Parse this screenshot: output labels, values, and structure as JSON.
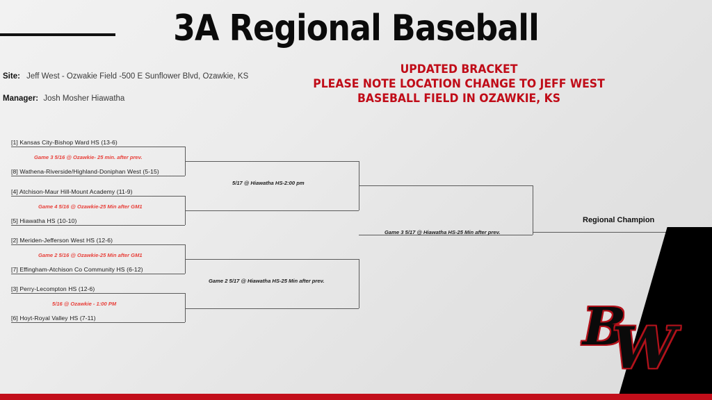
{
  "header": {
    "title": "3A Regional Baseball",
    "notice_lines": [
      "UPDATED BRACKET",
      "PLEASE NOTE LOCATION CHANGE TO JEFF WEST",
      "BASEBALL FIELD IN OZAWKIE, KS"
    ],
    "site_label": "Site:",
    "site_value": "Jeff West - Ozwakie Field -500 E Sunflower Blvd, Ozawkie, KS",
    "manager_label": "Manager:",
    "manager_value": "Josh Mosher  Hiawatha"
  },
  "bracket": {
    "round1": [
      {
        "top": "[1] Kansas City-Bishop Ward HS   (13-6)",
        "bottom": "[8] Wathena-Riverside/Highland-Doniphan West  (5-15)",
        "game": "Game 3 5/16 @ Ozawkie- 25 min. after prev."
      },
      {
        "top": "[4] Atchison-Maur Hill-Mount Academy   (11-9)",
        "bottom": "[5] Hiawatha HS  (10-10)",
        "game": "Game 4 5/16 @ Ozawkie-25 Min after GM1"
      },
      {
        "top": "[2] Meriden-Jefferson West HS   (12-6)",
        "bottom": "[7] Effingham-Atchison Co Community HS  (6-12)",
        "game": "Game 2 5/16 @ Ozawkie-25 Min after GM1"
      },
      {
        "top": "[3] Perry-Lecompton HS   (12-6)",
        "bottom": "[6] Hoyt-Royal Valley HS  (7-11)",
        "game": "5/16 @ Ozawkie - 1:00 PM"
      }
    ],
    "semifinals": [
      {
        "game": "5/17 @ Hiawatha HS-2:00 pm"
      },
      {
        "game": "Game 2 5/17 @ Hiawatha HS-25 Min after prev."
      }
    ],
    "final": {
      "game": "Game 3 5/17 @ Hiawatha HS-25 Min after prev."
    },
    "champion_label": "Regional Champion"
  },
  "logo": {
    "letter1": "B",
    "letter2": "W"
  },
  "colors": {
    "accent_red": "#c20e1a",
    "notice_red": "#c00c18",
    "game_red": "#e8403a",
    "line_gray": "#5a5a5a",
    "text_dark": "#1a1a1a"
  }
}
